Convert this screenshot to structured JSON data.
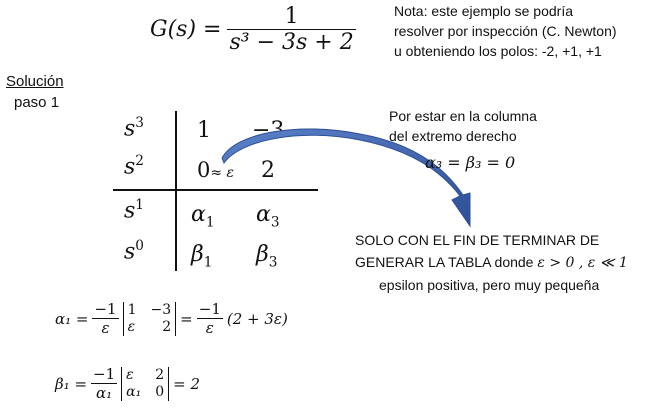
{
  "header": {
    "transfer_function": {
      "lhs": "G(s) =",
      "numerator": "1",
      "denominator": "s³ − 3s + 2"
    },
    "note_lines": [
      "Nota: este ejemplo se podría",
      "resolver por inspección (C. Newton)",
      "u obteniendo los polos: -2, +1, +1"
    ]
  },
  "solution": {
    "title": "Solución",
    "step": "paso 1"
  },
  "routh_table": {
    "rows": [
      {
        "power": "s",
        "exp": "3",
        "c1": "1",
        "c2": "−3"
      },
      {
        "power": "s",
        "exp": "2",
        "c1": "0",
        "c1_extra": "≈ ε",
        "c2": "2"
      },
      {
        "power": "s",
        "exp": "1",
        "c1": "α",
        "c1_sub": "1",
        "c2": "α",
        "c2_sub": "3"
      },
      {
        "power": "s",
        "exp": "0",
        "c1": "β",
        "c1_sub": "1",
        "c2": "β",
        "c2_sub": "3"
      }
    ]
  },
  "annotation_right": {
    "line1": "Por estar en la columna",
    "line2": "del extremo derecho",
    "equation": "α₃ = β₃ = 0"
  },
  "epsilon_note": {
    "line1": "SOLO CON EL FIN DE TERMINAR DE",
    "line2_text": "GENERAR LA TABLA  donde",
    "line2_math": "ε > 0 ,  ε ≪ 1",
    "line3": "epsilon positiva, pero muy pequeña"
  },
  "equations": {
    "alpha": {
      "lhs": "α₁ =",
      "frac_num": "−1",
      "frac_den": "ε",
      "det": [
        [
          "1",
          "−3"
        ],
        [
          "ε",
          "2"
        ]
      ],
      "mid": "=",
      "frac2_num": "−1",
      "frac2_den": "ε",
      "tail": "(2 + 3ε)"
    },
    "beta": {
      "lhs": "β₁ =",
      "frac_num": "−1",
      "frac_den": "α₁",
      "det": [
        [
          "ε",
          "2"
        ],
        [
          "α₁",
          "0"
        ]
      ],
      "tail": "= 2"
    }
  },
  "colors": {
    "arrow": "#3f66b0",
    "text": "#111111"
  }
}
